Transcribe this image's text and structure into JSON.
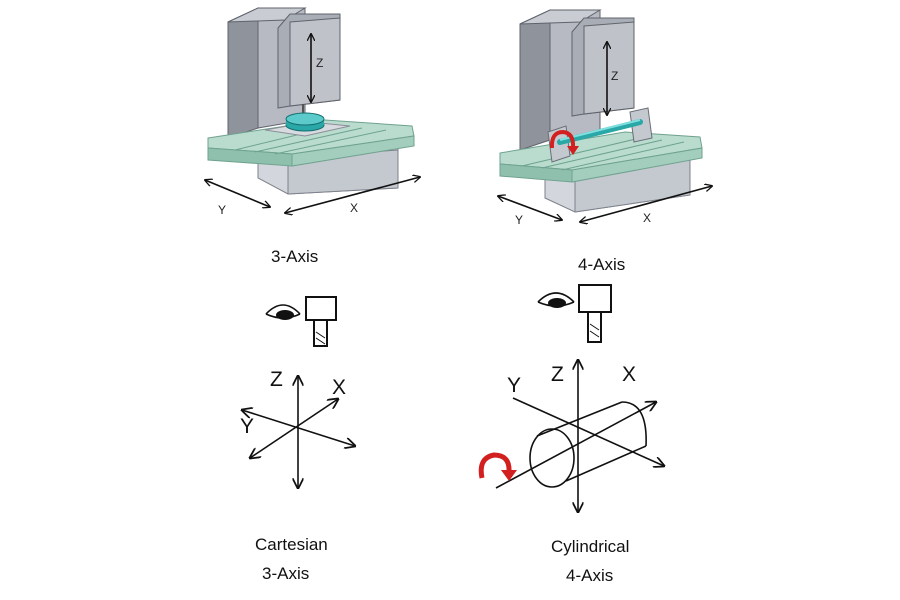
{
  "left_panel": {
    "machine_axis_labels": {
      "z": "Z",
      "y": "Y",
      "x": "X"
    },
    "title": "3-Axis",
    "diagram_axis_labels": {
      "z": "Z",
      "x": "X",
      "y": "Y"
    },
    "caption_line1": "Cartesian",
    "caption_line2": "3-Axis"
  },
  "right_panel": {
    "machine_axis_labels": {
      "z": "Z",
      "y": "Y",
      "x": "X"
    },
    "title": "4-Axis",
    "diagram_axis_labels": {
      "z": "Z",
      "x": "X",
      "y": "Y"
    },
    "caption_line1": "Cylindrical",
    "caption_line2": "4-Axis"
  },
  "colors": {
    "machine_gray": "#a9adb6",
    "machine_gray_dark": "#7d818b",
    "machine_gray_light": "#d3d6dc",
    "table_green": "#9fc8b8",
    "table_green_dark": "#6fa28f",
    "workpiece_teal": "#2aa7a7",
    "rotation_red": "#d21f1f"
  },
  "icons": [
    "viewer-eye-icon",
    "end-mill-tool-icon",
    "rotation-arrow-icon"
  ]
}
